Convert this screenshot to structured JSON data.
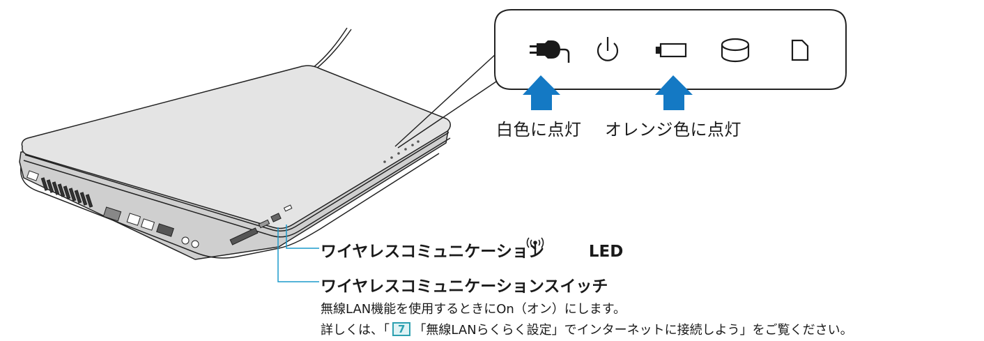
{
  "callout": {
    "icons": [
      "ac-adapter-icon",
      "power-icon",
      "battery-icon",
      "disk-drive-icon",
      "sd-card-icon"
    ],
    "arrow_color": "#1479c4"
  },
  "status_labels": {
    "white": "白色に点灯",
    "orange": "オレンジ色に点灯"
  },
  "labels": {
    "wireless_led_prefix": "ワイヤレスコミュニケーション",
    "wireless_led_suffix": "LED",
    "wireless_switch": "ワイヤレスコミュニケーションスイッチ"
  },
  "description": {
    "line1": "無線LAN機能を使用するときにOn（オン）にします。",
    "line2_prefix": "詳しくは、「",
    "ref_number": "7",
    "line2_suffix": "「無線LANらくらく設定」でインターネットに接続しよう」をご覧ください。"
  },
  "colors": {
    "leader_line": "#1a9acb",
    "ref_badge": "#2ca0b0"
  }
}
